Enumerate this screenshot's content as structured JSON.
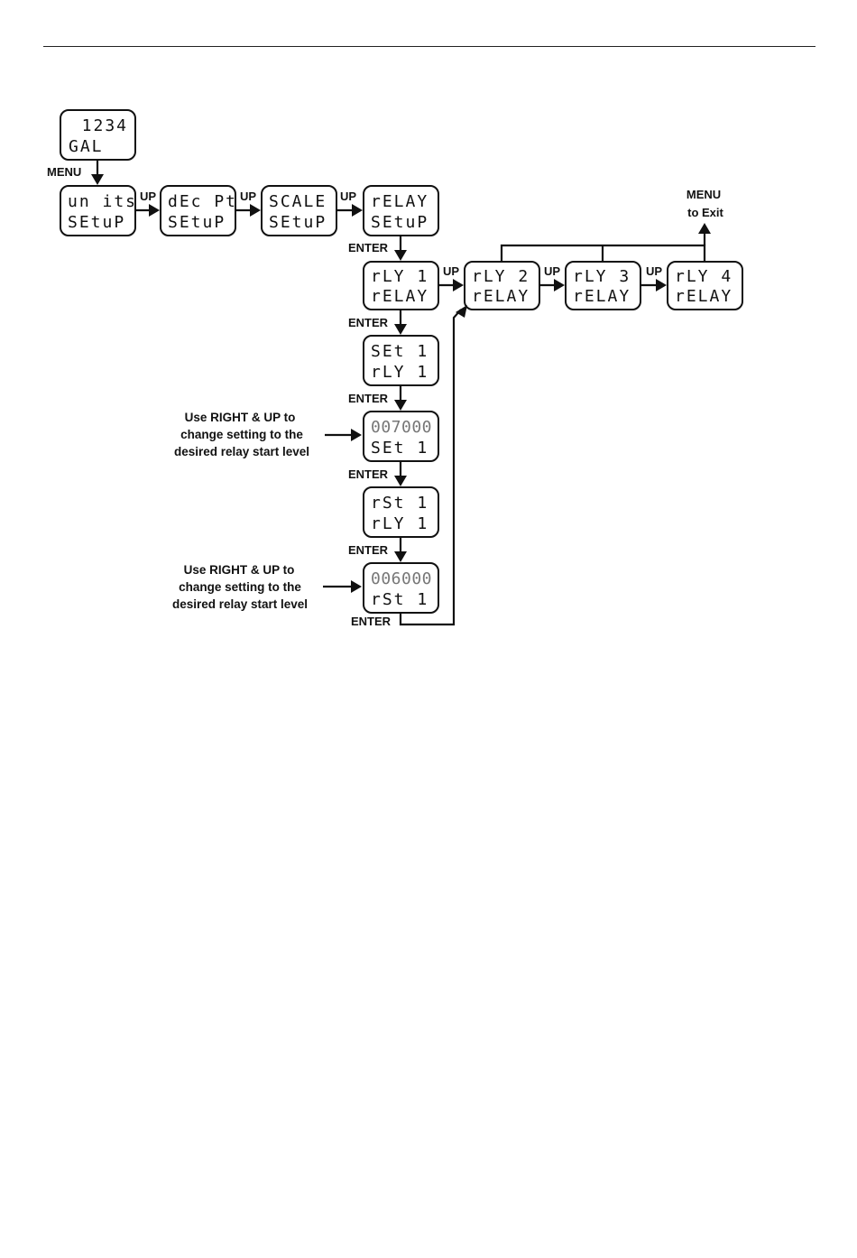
{
  "displays": {
    "home": {
      "line1": "1234",
      "line2": "GAL"
    },
    "units": {
      "line1": "un its",
      "line2": "SEtuP"
    },
    "decpt": {
      "line1": "dEc Pt",
      "line2": "SEtuP"
    },
    "scale": {
      "line1": "SCALE",
      "line2": "SEtuP"
    },
    "relay": {
      "line1": "rELAY",
      "line2": "SEtuP"
    },
    "rly1": {
      "line1": "rLY 1",
      "line2": "rELAY"
    },
    "rly2": {
      "line1": "rLY 2",
      "line2": "rELAY"
    },
    "rly3": {
      "line1": "rLY 3",
      "line2": "rELAY"
    },
    "rly4": {
      "line1": "rLY 4",
      "line2": "rELAY"
    },
    "set1": {
      "line1": "SEt 1",
      "line2": "rLY 1"
    },
    "set1_value": {
      "line1": "007000",
      "line2": "SEt 1"
    },
    "rst1": {
      "line1": "rSt 1",
      "line2": "rLY 1"
    },
    "rst1_value": {
      "line1": "006000",
      "line2": "rSt 1"
    }
  },
  "labels": {
    "menu": "MENU",
    "up": "UP",
    "enter": "ENTER",
    "menu_exit_line1": "MENU",
    "menu_exit_line2": "to Exit"
  },
  "notes": {
    "set_note": [
      "Use RIGHT & UP to",
      "change setting to the",
      "desired relay start level"
    ],
    "rst_note": [
      "Use RIGHT & UP to",
      "change setting to the",
      "desired relay start level"
    ]
  }
}
